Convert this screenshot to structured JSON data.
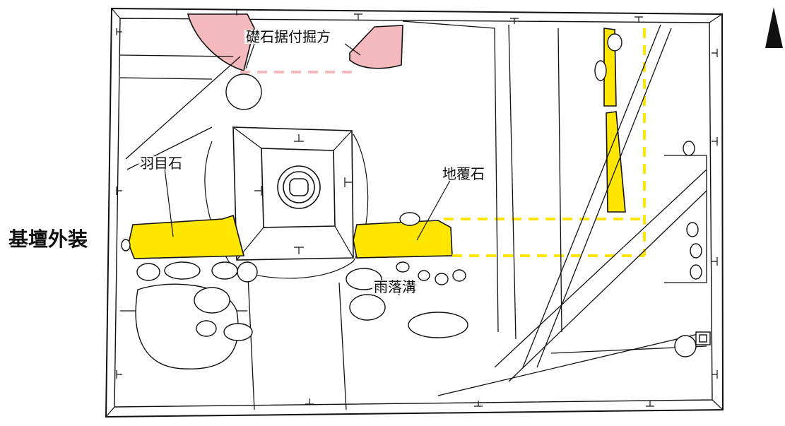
{
  "labels": {
    "left_caption": "基壇外装",
    "foundation_pit": "礎石据付掘方",
    "hame_ishi": "羽目石",
    "jifuku_ishi": "地覆石",
    "amaochi_mizo": "雨落溝"
  },
  "colors": {
    "line": "#111111",
    "highlight_yellow": "#ffe600",
    "pink_pit": "#f4b9bd",
    "dashed_yellow": "#ffe600",
    "dashed_pink": "#f4b9bd"
  },
  "icons": {
    "north_arrow": "north-arrow-icon"
  }
}
